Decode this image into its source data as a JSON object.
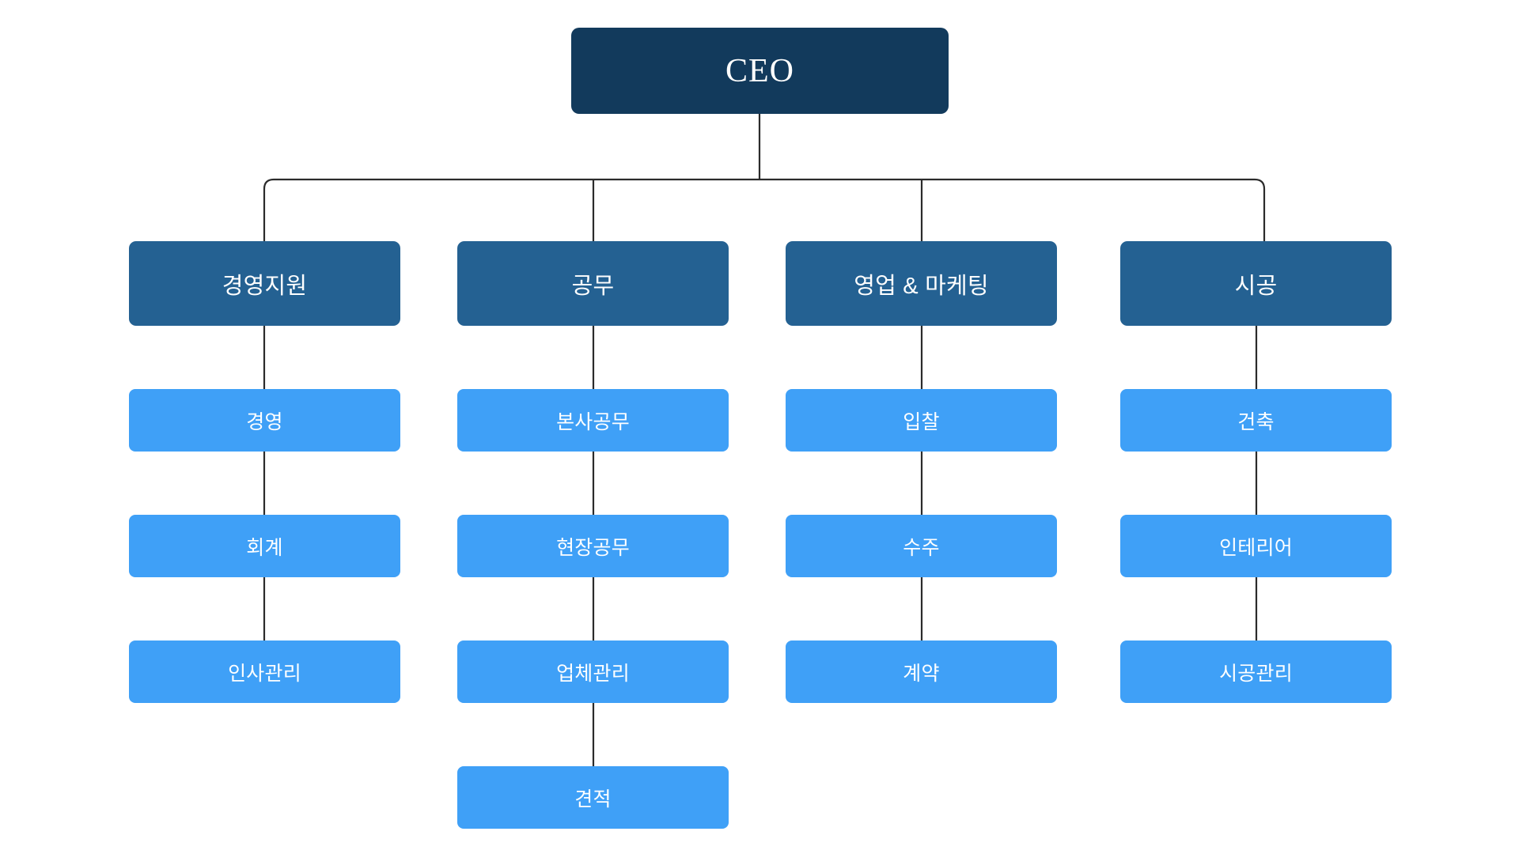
{
  "diagram": {
    "title": "Organization Chart",
    "type": "org-chart",
    "background_color": "#FFFFFF",
    "connector_color": "#2B2B2B"
  },
  "colors": {
    "ceo": "#123A5C",
    "department": "#246192",
    "team": "#3FA0F7",
    "text": "#FFFFFF"
  },
  "root": {
    "id": "ceo",
    "label": "CEO",
    "level": "ceo"
  },
  "departments": [
    {
      "id": "dept-management-support",
      "label": "경영지원",
      "level": "department",
      "teams": [
        {
          "id": "team-management",
          "label": "경영",
          "level": "team"
        },
        {
          "id": "team-accounting",
          "label": "회계",
          "level": "team"
        },
        {
          "id": "team-hr",
          "label": "인사관리",
          "level": "team"
        }
      ]
    },
    {
      "id": "dept-engineering-affairs",
      "label": "공무",
      "level": "department",
      "teams": [
        {
          "id": "team-head-office-affairs",
          "label": "본사공무",
          "level": "team"
        },
        {
          "id": "team-site-affairs",
          "label": "현장공무",
          "level": "team"
        },
        {
          "id": "team-vendor-management",
          "label": "업체관리",
          "level": "team"
        },
        {
          "id": "team-estimation",
          "label": "견적",
          "level": "team"
        }
      ]
    },
    {
      "id": "dept-sales-marketing",
      "label": "영업 & 마케팅",
      "level": "department",
      "teams": [
        {
          "id": "team-bidding",
          "label": "입찰",
          "level": "team"
        },
        {
          "id": "team-orders",
          "label": "수주",
          "level": "team"
        },
        {
          "id": "team-contract",
          "label": "계약",
          "level": "team"
        }
      ]
    },
    {
      "id": "dept-construction",
      "label": "시공",
      "level": "department",
      "teams": [
        {
          "id": "team-architecture",
          "label": "건축",
          "level": "team"
        },
        {
          "id": "team-interior",
          "label": "인테리어",
          "level": "team"
        },
        {
          "id": "team-construction-management",
          "label": "시공관리",
          "level": "team"
        }
      ]
    }
  ]
}
